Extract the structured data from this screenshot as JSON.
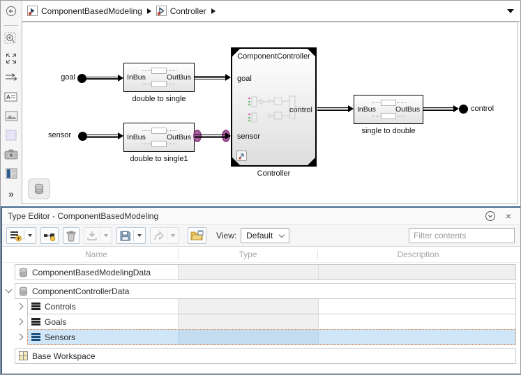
{
  "breadcrumb": {
    "model": "ComponentBasedModeling",
    "subsystem": "Controller"
  },
  "canvas": {
    "inport_goal": "goal",
    "inport_sensor": "sensor",
    "outport_control": "control",
    "converter1": {
      "in": "InBus",
      "out": "OutBus",
      "caption": "double to single"
    },
    "converter2": {
      "in": "InBus",
      "out": "OutBus",
      "caption": "double to single1"
    },
    "converter3": {
      "in": "InBus",
      "out": "OutBus",
      "caption": "single to double"
    },
    "controller": {
      "title": "ComponentController",
      "port_goal": "goal",
      "port_sensor": "sensor",
      "port_control": "control",
      "caption": "Controller"
    }
  },
  "type_editor": {
    "title": "Type Editor - ComponentBasedModeling",
    "toolbar": {
      "view_label": "View:",
      "view_value": "Default",
      "filter_placeholder": "Filter contents"
    },
    "columns": [
      "Name",
      "Type",
      "Description"
    ],
    "rows": [
      {
        "name": "ComponentBasedModelingData",
        "icon": "data-dictionary-icon",
        "level": 0
      },
      {
        "name": "ComponentControllerData",
        "icon": "data-dictionary-icon",
        "level": 0,
        "expanded": true
      },
      {
        "name": "Controls",
        "icon": "bus-icon",
        "level": 1
      },
      {
        "name": "Goals",
        "icon": "bus-icon",
        "level": 1
      },
      {
        "name": "Sensors",
        "icon": "bus-icon",
        "level": 1,
        "selected": true
      },
      {
        "name": "Base Workspace",
        "icon": "workspace-icon",
        "level": 0
      }
    ]
  },
  "icons": {
    "close": "×",
    "expand_palette": "»"
  },
  "colors": {
    "panel_border": "#41688c",
    "selection_bg": "#cfe6f9",
    "selection_outline": "#e0782a",
    "bus_highlight": "#ad62a0"
  }
}
